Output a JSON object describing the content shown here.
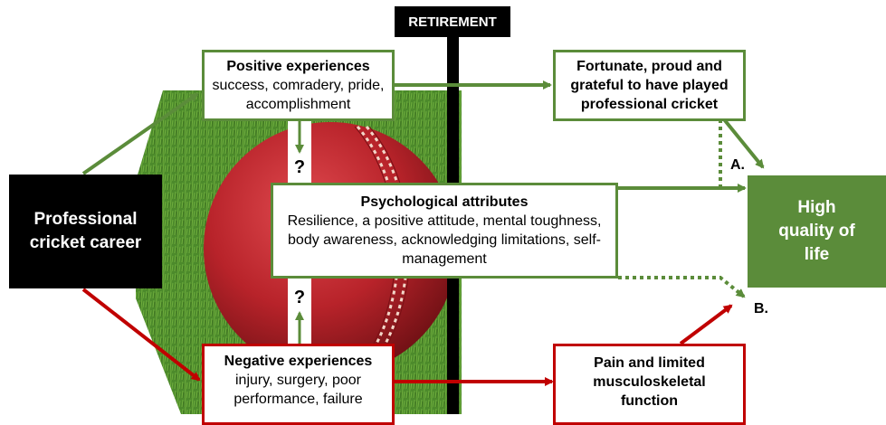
{
  "retirement_label": "RETIREMENT",
  "career": {
    "label": "Professional cricket career"
  },
  "positive": {
    "title": "Positive experiences",
    "text": "success, comradery, pride, accomplishment"
  },
  "negative": {
    "title": "Negative experiences",
    "text": "injury, surgery, poor performance, failure"
  },
  "psych": {
    "title": "Psychological attributes",
    "text": "Resilience, a positive attitude, mental toughness, body awareness, acknowledging limitations, self-management"
  },
  "fortunate": {
    "text": "Fortunate, proud and grateful to have played professional cricket"
  },
  "pain": {
    "text": "Pain and limited musculoskeletal function"
  },
  "quality": {
    "label": "High quality of life"
  },
  "question_top": "?",
  "question_bottom": "?",
  "label_a": "A.",
  "label_b": "B.",
  "colors": {
    "positive": "#5b8c3a",
    "negative": "#c00000",
    "career_bg": "#000000",
    "quality_bg": "#5b8c3a",
    "grass": "#4f8a2c",
    "ball": "#b8232a"
  }
}
